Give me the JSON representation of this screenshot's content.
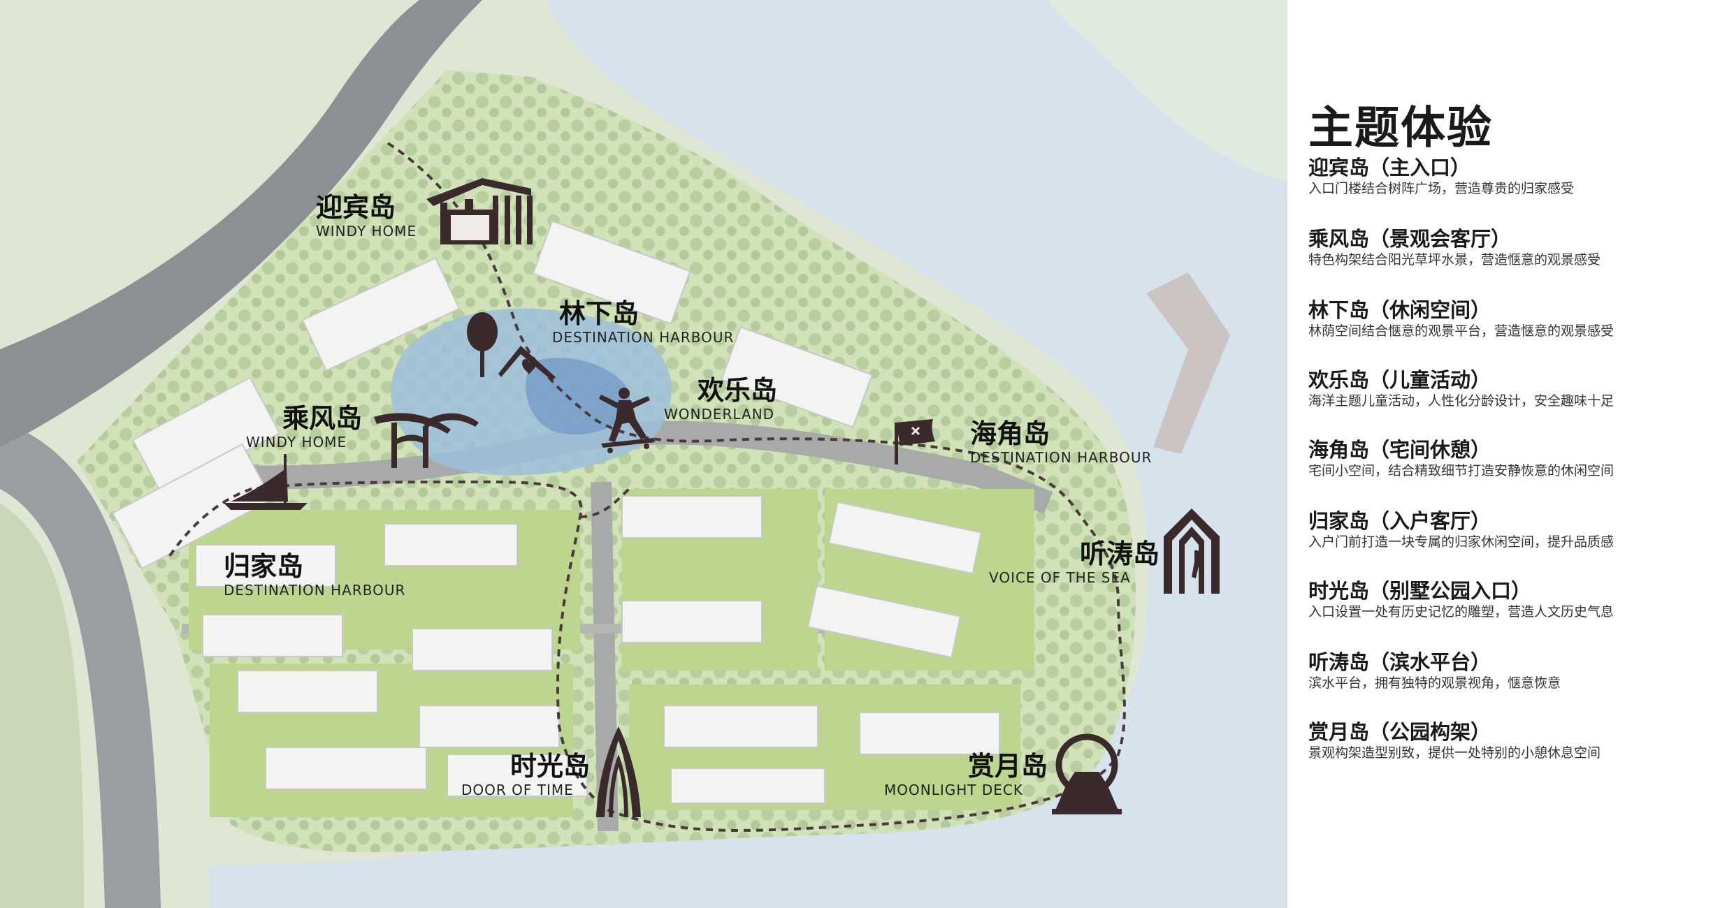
{
  "legend": {
    "title": "主题体验",
    "items": [
      {
        "title": "迎宾岛（主入口）",
        "desc": "入口门楼结合树阵广场，营造尊贵的归家感受"
      },
      {
        "title": "乘风岛（景观会客厅）",
        "desc": "特色构架结合阳光草坪水景，营造惬意的观景感受"
      },
      {
        "title": "林下岛（休闲空间）",
        "desc": "林荫空间结合惬意的观景平台，营造惬意的观景感受"
      },
      {
        "title": "欢乐岛（儿童活动）",
        "desc": "海洋主题儿童活动，人性化分龄设计，安全趣味十足"
      },
      {
        "title": "海角岛（宅间休憩）",
        "desc": "宅间小空间，结合精致细节打造安静恢意的休闲空间"
      },
      {
        "title": "归家岛（入户客厅）",
        "desc": "入户门前打造一块专属的归家休闲空间，提升品质感"
      },
      {
        "title": "时光岛（别墅公园入口）",
        "desc": "入口设置一处有历史记忆的雕塑，营造人文历史气息"
      },
      {
        "title": "听涛岛（滨水平台）",
        "desc": "滨水平台，拥有独特的观景视角，惬意恢意"
      },
      {
        "title": "赏月岛（公园构架）",
        "desc": "景观构架造型别致，提供一处特别的小憩休息空间"
      }
    ]
  },
  "zones": {
    "yingbin": {
      "cn": "迎宾岛",
      "en": "WINDY HOME"
    },
    "linxia": {
      "cn": "林下岛",
      "en": "DESTINATION HARBOUR"
    },
    "chengfeng": {
      "cn": "乘风岛",
      "en": "WINDY HOME"
    },
    "huanle": {
      "cn": "欢乐岛",
      "en": "WONDERLAND"
    },
    "haijiao": {
      "cn": "海角岛",
      "en": "DESTINATION HARBOUR"
    },
    "guijia": {
      "cn": "归家岛",
      "en": "DESTINATION HARBOUR"
    },
    "tingtao": {
      "cn": "听涛岛",
      "en": "VOICE OF THE SEA"
    },
    "shiguang": {
      "cn": "时光岛",
      "en": "DOOR OF TIME"
    },
    "shangyue": {
      "cn": "赏月岛",
      "en": "MOONLIGHT DECK"
    }
  },
  "colors": {
    "water": "#d6e2ec",
    "land_light": "#d5e3c2",
    "lawn": "#b9d48e",
    "road": "#8c9092",
    "building": "#f3f3f1",
    "icon": "#3a2a2c",
    "trail": "#4a3a3c"
  },
  "icons": {
    "yingbin": "gate-pavilion-icon",
    "linxia": "tree-house-heart-icon",
    "chengfeng": "wind-pavilion-icon",
    "ship": "ship-icon",
    "huanle": "skateboarder-icon",
    "haijiao": "flag-icon",
    "tingtao": "arched-portal-icon",
    "shiguang": "time-arch-icon",
    "shangyue": "moon-gate-icon"
  }
}
